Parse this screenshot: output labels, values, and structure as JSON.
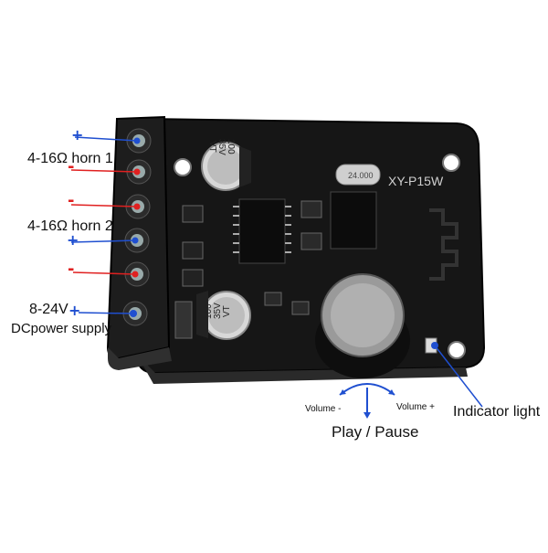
{
  "labels": {
    "horn1": "4-16Ω horn 1",
    "horn2": "4-16Ω  horn 2",
    "voltage": "8-24V",
    "supply": "DCpower supply",
    "volume_minus": "Volume -",
    "volume_plus": "Volume +",
    "play_pause": "Play / Pause",
    "indicator": "Indicator light"
  },
  "signs": {
    "plus": "+",
    "minus": "-"
  },
  "board": {
    "model": "XY-P15W",
    "capacitor_top": [
      "100",
      "35V",
      "VT"
    ],
    "capacitor_bottom": [
      "100",
      "35V",
      "VT"
    ],
    "crystal": "24.000"
  },
  "colors": {
    "wire_blue": "#1f4fd0",
    "wire_red": "#e02020",
    "pcb": "#151515",
    "terminal": "#1a1a1a"
  },
  "icons": [
    "arc-arrow-icon",
    "pointer-line-icon",
    "wifi-antenna-icon"
  ]
}
